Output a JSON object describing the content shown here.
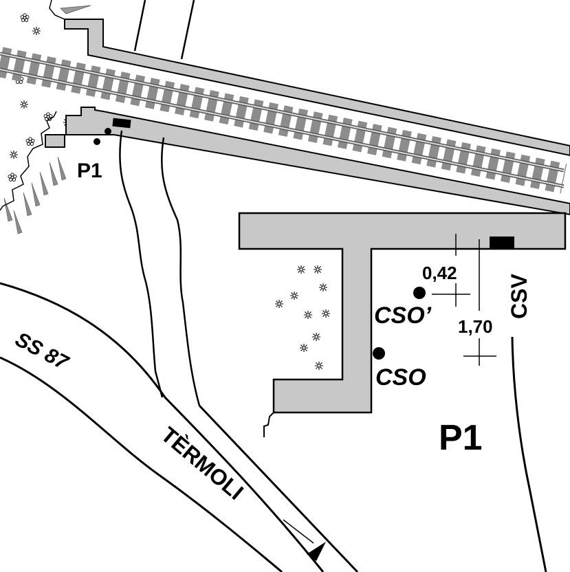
{
  "labels": {
    "p1_small": "P1",
    "p1_large": "P1",
    "csv": "CSV",
    "cso": "CSO",
    "cso_prime": "CSO’",
    "dist_042": "0,42",
    "dist_170": "1,70",
    "road": "SS 87",
    "town": "TÈRMOLI"
  },
  "colors": {
    "structure_fill": "#c8c8c8",
    "rail": "#8c8c8c",
    "line": "#000000"
  },
  "icons": [
    "flower-icon",
    "grass-tuft-icon",
    "direction-arrow-icon",
    "crosshair-icon",
    "sample-point-icon",
    "sensor-block-icon"
  ]
}
